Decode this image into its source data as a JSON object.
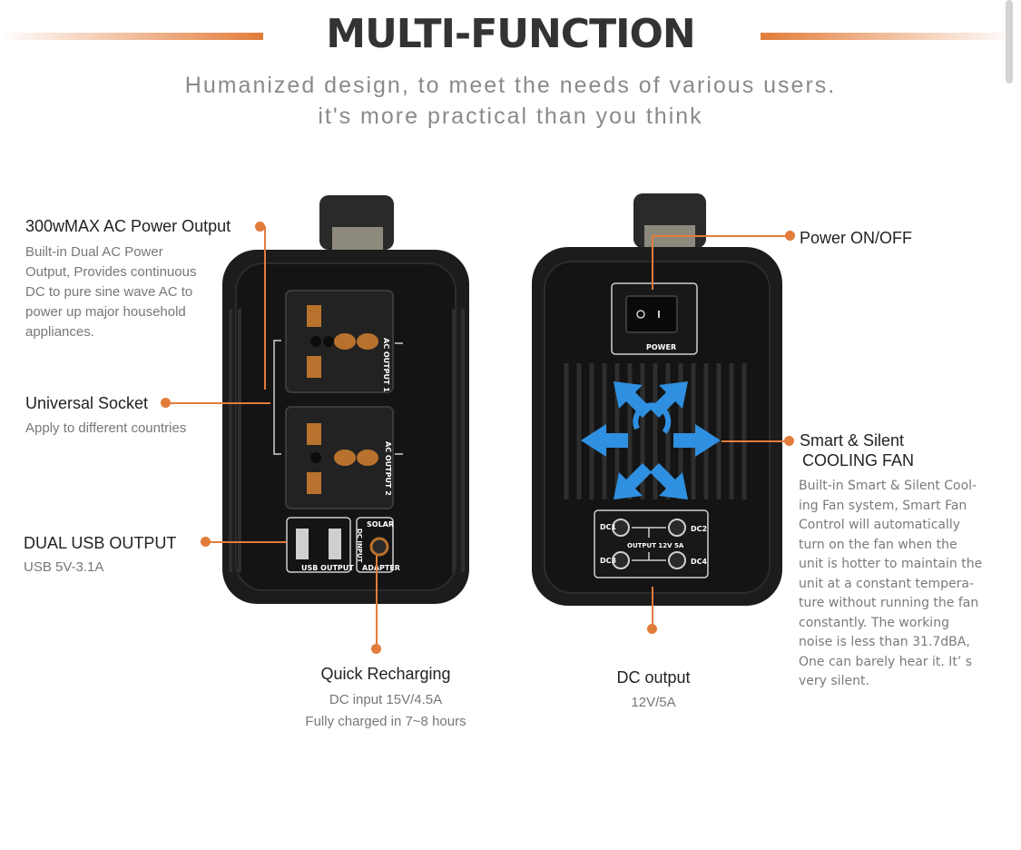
{
  "header": {
    "title": "MULTI-FUNCTION",
    "subtitle_line1": "Humanized design, to meet the needs of various users.",
    "subtitle_line2": "it's more practical than you think"
  },
  "features": {
    "ac_output": {
      "title": "300wMAX AC Power Output",
      "body": [
        "Built-in Dual AC Power",
        "Output, Provides  continuous",
        "DC to pure sine wave  AC to",
        "power up major household",
        "appliances."
      ]
    },
    "universal_socket": {
      "title": "Universal Socket",
      "body": "Apply to different countries"
    },
    "dual_usb": {
      "title": "DUAL USB OUTPUT",
      "body": "USB 5V-3.1A"
    },
    "quick_recharging": {
      "title": "Quick Recharging",
      "line1": "DC input 15V/4.5A",
      "line2": "Fully charged in  7~8 hours"
    },
    "dc_output": {
      "title": "DC output",
      "body": "12V/5A"
    },
    "power": {
      "title": "Power ON/OFF"
    },
    "cooling_fan": {
      "title1": "Smart & Silent",
      "title2": "COOLING FAN",
      "body": [
        "Built-in Smart & Silent Cool-",
        "ing Fan system, Smart Fan",
        "Control will automatically",
        "turn on the fan  when the",
        "unit is hotter to maintain the",
        "unit at a constant tempera-",
        "ture without running the fan",
        "constantly. The working",
        "noise is less than 31.7dBA,",
        "One can barely hear it. It’  s",
        "very silent."
      ]
    }
  },
  "device_labels": {
    "ac_output_1": "AC OUTPUT 1",
    "ac_output_2": "AC OUTPUT 2",
    "usb_output": "USB OUTPUT",
    "dc_input": "DC INPUT",
    "solar": "SOLAR",
    "adapter": "ADAPTER",
    "power": "POWER",
    "dc1": "DC1",
    "dc2": "DC2",
    "dc3": "DC3",
    "dc4": "DC4",
    "output_spec": "OUTPUT  12V  5A"
  },
  "colors": {
    "accent": "#e27c3a",
    "fan_arrow": "#2f8fe0",
    "device": "#1c1c1c"
  }
}
